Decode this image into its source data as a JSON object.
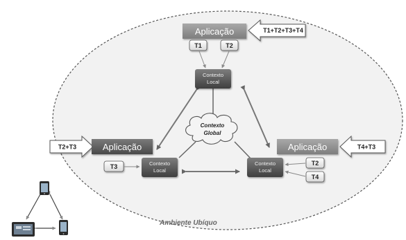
{
  "colors": {
    "app_box_dark": "#5a5a5a",
    "app_box_light": "#8c8c8c",
    "context_box": "#595959",
    "environment_fill": "#f2f2f2",
    "environment_border": "#555555",
    "arrow": "#777777"
  },
  "environment": {
    "label": "Ambiente Ubíquo"
  },
  "global_context": {
    "line1": "Contexto",
    "line2": "Global"
  },
  "top": {
    "app_label": "Aplicação",
    "input_arrow": "T1+T2+T3+T4",
    "tags": [
      "T1",
      "T2"
    ],
    "context": {
      "line1": "Contexto",
      "line2": "Local"
    }
  },
  "left": {
    "app_label": "Aplicação",
    "input_arrow": "T2+T3",
    "tags": [
      "T3"
    ],
    "context": {
      "line1": "Contexto",
      "line2": "Local"
    }
  },
  "right": {
    "app_label": "Aplicação",
    "input_arrow": "T4+T3",
    "tags": [
      "T2",
      "T4"
    ],
    "context": {
      "line1": "Contexto",
      "line2": "Local"
    }
  },
  "devices": [
    "phone-icon",
    "phone-icon",
    "tablet-icon"
  ]
}
